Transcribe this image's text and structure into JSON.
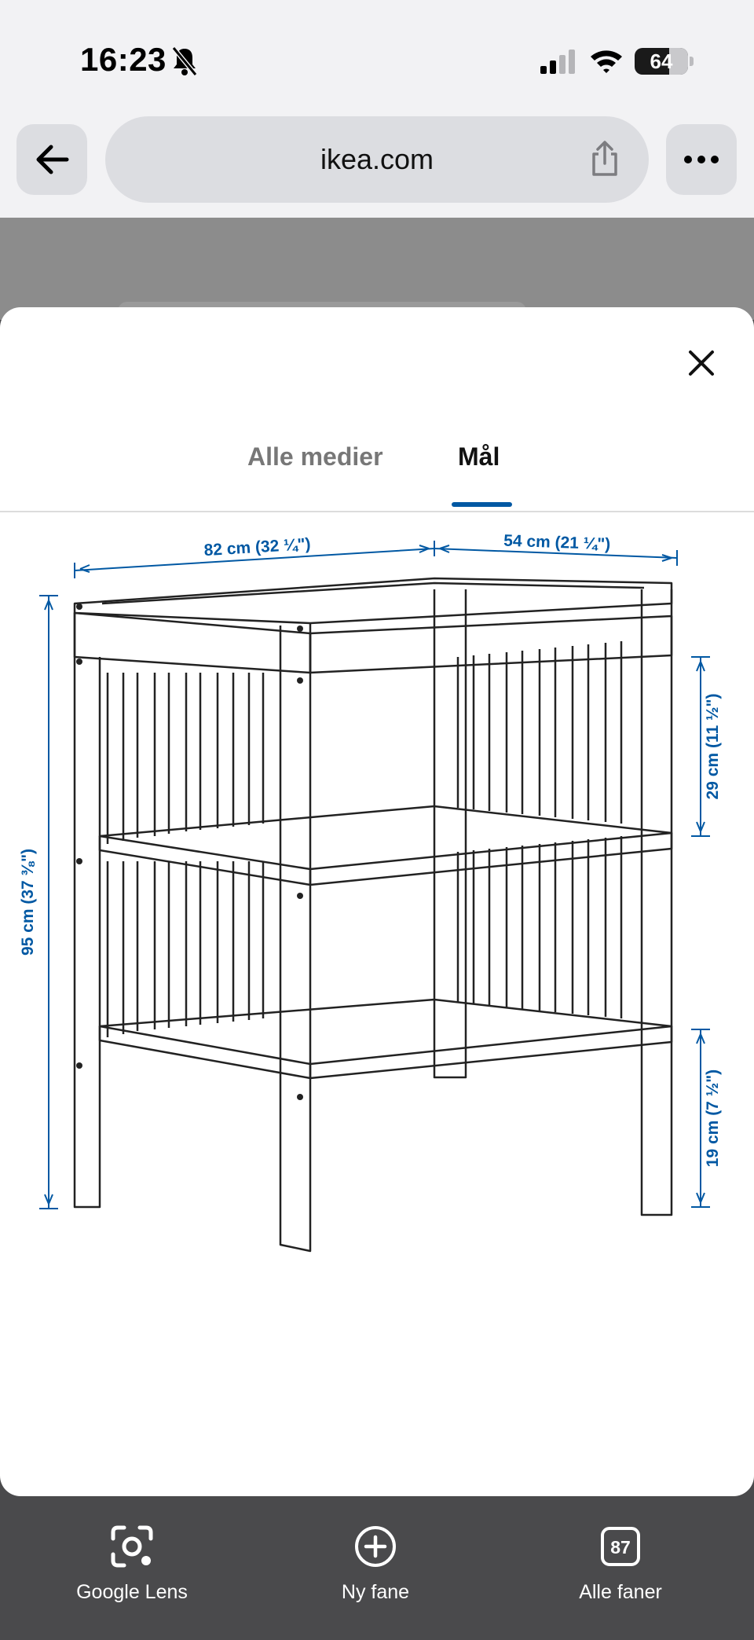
{
  "status_bar": {
    "time": "16:23",
    "battery_level": "64",
    "icons": [
      "bell-slash-icon",
      "cellular-signal-icon",
      "wifi-icon",
      "battery-icon"
    ]
  },
  "browser": {
    "url": "ikea.com",
    "icons": [
      "back-arrow-icon",
      "share-icon",
      "more-icon"
    ]
  },
  "modal": {
    "tabs": [
      {
        "label": "Alle medier",
        "active": false
      },
      {
        "label": "Mål",
        "active": true
      }
    ],
    "accent_color": "#0058a3",
    "dimensions": {
      "width": "82 cm (32 ¼\")",
      "depth": "54 cm (21 ¼\")",
      "height": "95 cm (37 ⅜\")",
      "shelf_spacing": "29 cm (11 ½\")",
      "floor_clearance": "19 cm (7 ½\")"
    }
  },
  "bottom_bar": {
    "items": [
      {
        "label": "Google Lens",
        "icon": "google-lens-icon"
      },
      {
        "label": "Ny fane",
        "icon": "plus-circle-icon"
      },
      {
        "label": "Alle faner",
        "icon": "tabs-icon",
        "count": "87"
      }
    ]
  }
}
